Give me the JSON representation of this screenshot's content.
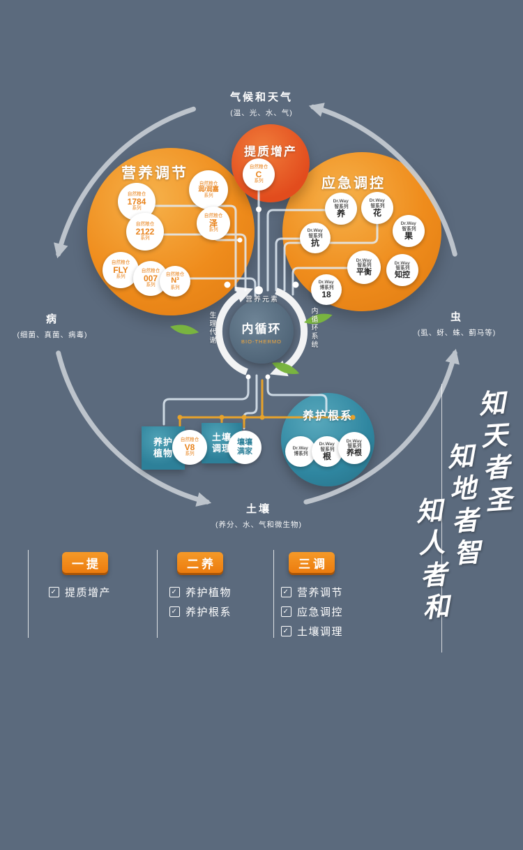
{
  "colors": {
    "background": "#5b6a7d",
    "orange": "#ee8413",
    "red_orange": "#e2491d",
    "teal": "#2d8099",
    "yellow": "#e8a32a",
    "line_gray": "#c8ced5"
  },
  "cycle": {
    "top": {
      "title": "气候和天气",
      "subtitle": "(温、光、水、气)"
    },
    "left": {
      "title": "病",
      "subtitle": "(细菌、真菌、病毒)"
    },
    "right": {
      "title": "虫",
      "subtitle": "(虱、蚜、蛛、蓟马等)"
    },
    "bottom": {
      "title": "土壤",
      "subtitle": "(养分、水、气和微生物)"
    }
  },
  "center": {
    "title": "内循环",
    "subtitle": "BIO-THERMO",
    "labels": {
      "top": "营养元素",
      "left": "生理代谢",
      "right": "内循环系统"
    }
  },
  "quality": {
    "title": "提质增产",
    "product": {
      "top": "自然粮仓",
      "name": "C",
      "bottom": "系列"
    }
  },
  "nutrition": {
    "title": "营养调节",
    "products": [
      {
        "top": "自然粮仓",
        "name": "1784",
        "bottom": "系列"
      },
      {
        "top": "自然粮仓",
        "name": "润/润嘉",
        "bottom": "系列"
      },
      {
        "top": "自然粮仓",
        "name": "2122",
        "bottom": "系列"
      },
      {
        "top": "自然粮仓",
        "name": "泽",
        "bottom": "系列"
      },
      {
        "top": "自然粮仓",
        "name": "FLY",
        "bottom": "系列"
      },
      {
        "top": "自然粮仓",
        "name": "007",
        "bottom": "系列"
      },
      {
        "top": "自然粮仓",
        "name": "N³",
        "bottom": "系列"
      }
    ]
  },
  "emergency": {
    "title": "应急调控",
    "products": [
      {
        "top": "Dr.Way",
        "mid": "智系列",
        "name": "养"
      },
      {
        "top": "Dr.Way",
        "mid": "智系列",
        "name": "花"
      },
      {
        "top": "Dr.Way",
        "mid": "智系列",
        "name": "果"
      },
      {
        "top": "Dr.Way",
        "mid": "智系列",
        "name": "抗"
      },
      {
        "top": "Dr.Way",
        "mid": "智系列",
        "name": "平衡"
      },
      {
        "top": "Dr.Way",
        "mid": "智系列",
        "name": "知控"
      },
      {
        "top": "Dr.Way",
        "mid": "博系列",
        "name": "18"
      }
    ]
  },
  "plant_care": {
    "title_line1": "养护",
    "title_line2": "植物",
    "product": {
      "top": "自然粮仓",
      "name": "V8",
      "bottom": "系列"
    }
  },
  "soil_conditioning": {
    "title_line1": "土壤",
    "title_line2": "调理",
    "product": {
      "line1": "壤壤",
      "line2": "满家"
    }
  },
  "root_care": {
    "title": "养护根系",
    "products": [
      {
        "top": "Dr.Way",
        "mid": "博系列",
        "name": ""
      },
      {
        "top": "Dr.Way",
        "mid": "智系列",
        "name": "根"
      },
      {
        "top": "Dr.Way",
        "mid": "智系列",
        "name": "养根"
      }
    ]
  },
  "summary": {
    "columns": [
      {
        "label": "一提",
        "items": [
          "提质增产"
        ]
      },
      {
        "label": "二养",
        "items": [
          "养护植物",
          "养护根系"
        ]
      },
      {
        "label": "三调",
        "items": [
          "营养调节",
          "应急调控",
          "土壤调理"
        ]
      }
    ],
    "check": "✓"
  },
  "calligraphy": {
    "line1": "知天者圣",
    "line2": "知地者智",
    "line3": "知人者和"
  }
}
